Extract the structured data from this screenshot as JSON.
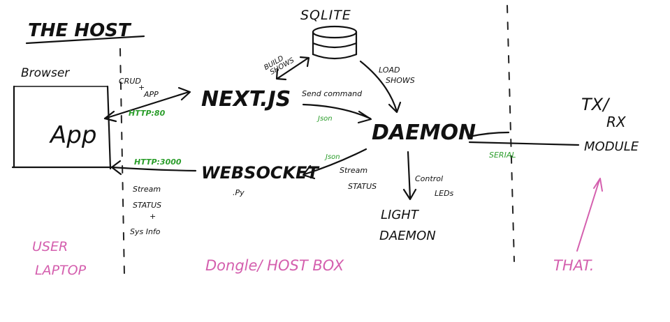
{
  "title": "THE HOST",
  "browser_label": "Browser",
  "app_label": "App",
  "sqlite_label": "SQLITE",
  "nextjs_label": "NEXT.JS",
  "daemon_label": "DAEMON",
  "websocket_label": "WEBSOCKET",
  "websocket_suffix": ".Py",
  "light_daemon_label": [
    "LIGHT",
    "DAEMON"
  ],
  "txrx_label": [
    "TX/",
    "RX",
    "MODULE"
  ],
  "edges": {
    "crud_app": [
      "CRUD",
      "+",
      "APP"
    ],
    "http80": "HTTP:80",
    "http3000": "HTTP:3000",
    "build_shows": [
      "BUILD",
      "SHOWS"
    ],
    "load_shows": [
      "LOAD",
      "SHOWS"
    ],
    "send_command": "Send command",
    "json_send": "Json",
    "json_stream": "Json",
    "stream_status": [
      "Stream",
      "STATUS"
    ],
    "control_leds": [
      "Control",
      "LEDs"
    ],
    "stream_status_sys": [
      "Stream",
      "STATUS",
      "+",
      "Sys Info"
    ],
    "serial": "SERIAL"
  },
  "zones": {
    "user_laptop": [
      "USER",
      "LAPTOP"
    ],
    "dongle_host_box": "Dongle/ HOST BOX",
    "that": "THAT."
  },
  "colors": {
    "ink": "#111111",
    "protocol_green": "#2a9d2a",
    "zone_pink": "#d45fae"
  }
}
